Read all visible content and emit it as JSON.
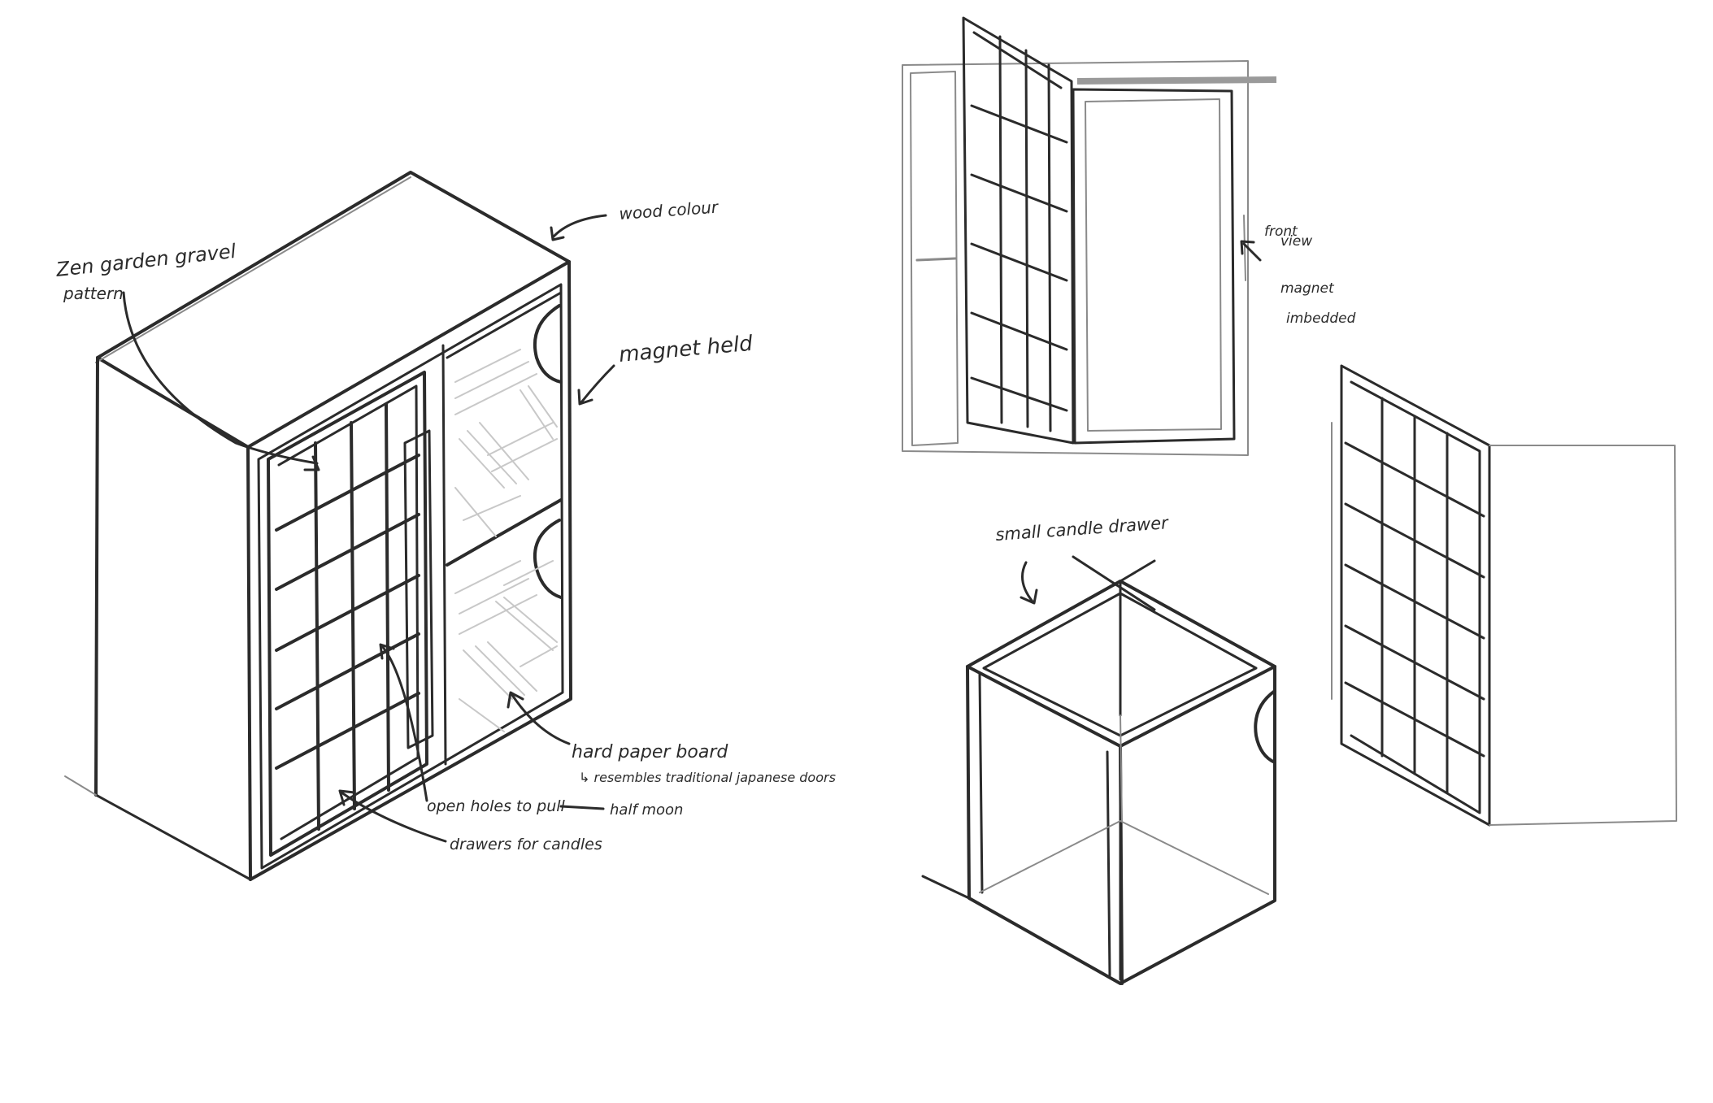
{
  "annotations": {
    "zen_garden_line1": "Zen garden gravel",
    "zen_garden_line2": "pattern",
    "wood_colour": "wood colour",
    "magnet_held": "magnet held",
    "hard_paper_board": "hard paper board",
    "resembles": "↳ resembles traditional japanese doors",
    "open_holes": "open holes to pull",
    "half_moon": "half moon",
    "drawers_for_candles": "drawers for candles",
    "front_view_line1": "front",
    "front_view_line2": "view",
    "magnet_imbedded_line1": "magnet",
    "magnet_imbedded_line2": "imbedded",
    "small_candle_drawer": "small candle drawer"
  },
  "palette": {
    "ink": "#2b2b2b",
    "pencil": "#8a8a8a",
    "paper": "#ffffff"
  }
}
